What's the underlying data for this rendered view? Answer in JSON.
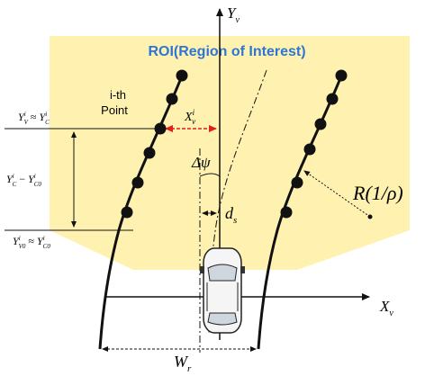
{
  "colors": {
    "roi_fill": "#fff2b0",
    "roi_title": "#2e75d4",
    "line": "#111111",
    "arrow_red": "#e02020",
    "point": "#111111"
  },
  "roi": {
    "title": "ROI(Region of Interest)"
  },
  "axes": {
    "y_label_base": "Y",
    "y_label_sub": "v",
    "x_label_base": "X",
    "x_label_sub": "v"
  },
  "labels": {
    "ith_point_line1": "i-th",
    "ith_point_line2": "Point",
    "xv_base": "X",
    "xv_sup": "i",
    "xv_sub": "v",
    "delta_psi": "Δψ",
    "ds_base": "d",
    "ds_sub": "s",
    "wr_base": "W",
    "wr_sub": "r",
    "radius": "R(1/ρ)",
    "yv_approx_yc": {
      "a_base": "Y",
      "a_sup": "i",
      "a_sub": "V",
      "op": "≈",
      "b_base": "Y",
      "b_sup": "i",
      "b_sub": "C"
    },
    "yc_minus_yc0": {
      "a_base": "Y",
      "a_sup": "i",
      "a_sub": "C",
      "op": "−",
      "b_base": "Y",
      "b_sup": "i",
      "b_sub": "C0"
    },
    "yv0_approx_yc0": {
      "a_base": "Y",
      "a_sup": "i",
      "a_sub": "V0",
      "op": "≈",
      "b_base": "Y",
      "b_sup": "i",
      "b_sub": "C0"
    }
  },
  "icons": {
    "vehicle": "car-top-view-icon"
  }
}
